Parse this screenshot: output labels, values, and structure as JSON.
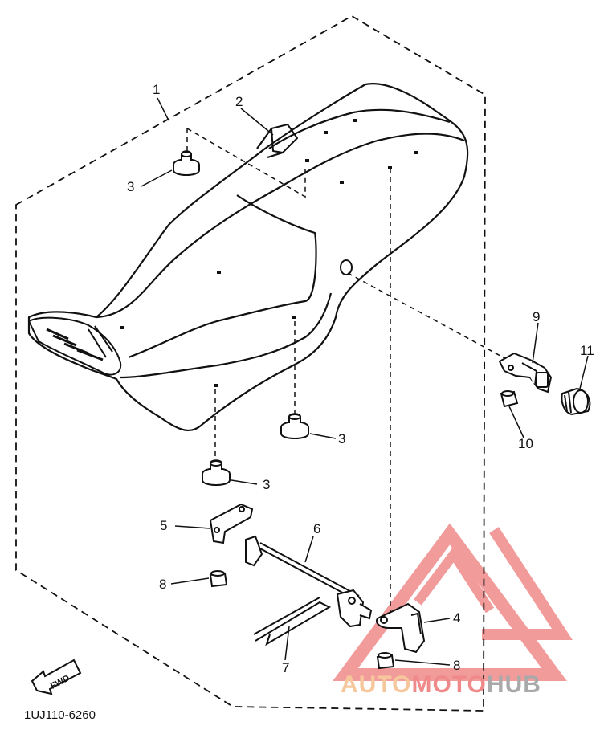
{
  "diagram": {
    "part_code": "1UJ110-6260",
    "fwd_label": "FWD",
    "callouts": {
      "c1": "1",
      "c2": "2",
      "c3a": "3",
      "c3b": "3",
      "c3c": "3",
      "c4": "4",
      "c5": "5",
      "c6": "6",
      "c7": "7",
      "c8a": "8",
      "c8b": "8",
      "c9": "9",
      "c10": "10",
      "c11": "11"
    }
  },
  "watermark": {
    "auto": "AUTO",
    "moto": "MOTO",
    "hub": "HUB",
    "color_red": "#f08a8a",
    "color_orange": "#f6c79b",
    "color_gray": "#a9a9a9"
  }
}
